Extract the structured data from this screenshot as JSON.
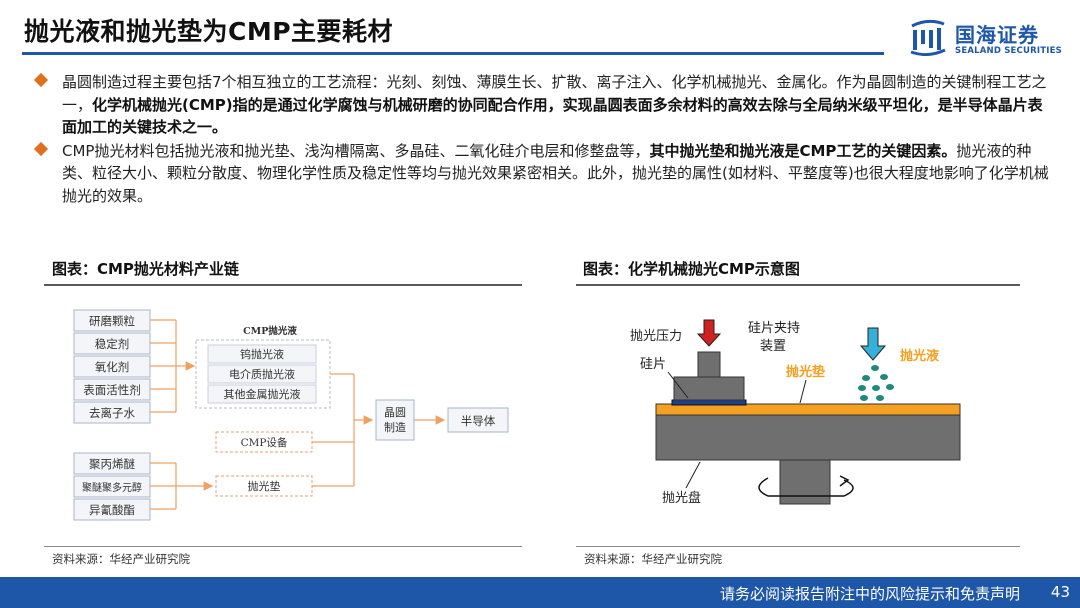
{
  "header": {
    "title": "抛光液和抛光垫为CMP主要耗材",
    "logo_cn": "国海证券",
    "logo_en": "SEALAND SECURITIES"
  },
  "bullets": [
    {
      "segments": [
        {
          "text": "晶圆制造过程主要包括7个相互独立的工艺流程：光刻、刻蚀、薄膜生长、扩散、离子注入、化学机械抛光、金属化。作为晶圆制造的关键制程工艺之一，",
          "bold": false
        },
        {
          "text": "化学机械抛光(CMP)指的是通过化学腐蚀与机械研磨的协同配合作用，实现晶圆表面多余材料的高效去除与全局纳米级平坦化，是半导体晶片表面加工的关键技术之一。",
          "bold": true
        }
      ]
    },
    {
      "segments": [
        {
          "text": "CMP抛光材料包括抛光液和抛光垫、浅沟槽隔离、多晶硅、二氧化硅介电层和修整盘等，",
          "bold": false
        },
        {
          "text": "其中抛光垫和抛光液是CMP工艺的关键因素。",
          "bold": true
        },
        {
          "text": "抛光液的种类、粒径大小、颗粒分散度、物理化学性质及稳定性等均与抛光效果紧密相关。此外，抛光垫的属性(如材料、平整度等)也很大程度地影响了化学机械抛光的效果。",
          "bold": false
        }
      ]
    }
  ],
  "left_panel": {
    "title": "图表：CMP抛光材料产业链",
    "source": "资料来源：华经产业研究院",
    "inputs_top": [
      "研磨颗粒",
      "稳定剂",
      "氧化剂",
      "表面活性剂",
      "去离子水"
    ],
    "slurry_group_title": "CMP抛光液",
    "slurry_items": [
      "钨抛光液",
      "电介质抛光液",
      "其他金属抛光液"
    ],
    "equipment": "CMP设备",
    "inputs_bottom": [
      "聚丙烯醚",
      "聚醚聚多元醇",
      "异氰酸酯"
    ],
    "pad": "抛光垫",
    "wafer_mfg": [
      "晶圆",
      "制造"
    ],
    "semiconductor": "半导体"
  },
  "right_panel": {
    "title": "图表：化学机械抛光CMP示意图",
    "source": "资料来源：华经产业研究院",
    "label_pressure": "抛光压力",
    "label_wafer": "硅片",
    "label_holder": [
      "硅片夹持",
      "装置"
    ],
    "label_slurry": "抛光液",
    "label_pad": "抛光垫",
    "label_platen": "抛光盘"
  },
  "footer": {
    "disclaimer": "请务必阅读报告附注中的风险提示和免责声明",
    "page": "43"
  },
  "colors": {
    "brand_blue": "#1f57a8",
    "bullet_orange": "#e07020",
    "flow_line": "#f0a060",
    "box_border": "#a8b4c8",
    "pad_orange": "#f5a020",
    "platen_gray": "#707070",
    "slurry_cyan": "#36b0d8",
    "pressure_red": "#d02020"
  }
}
